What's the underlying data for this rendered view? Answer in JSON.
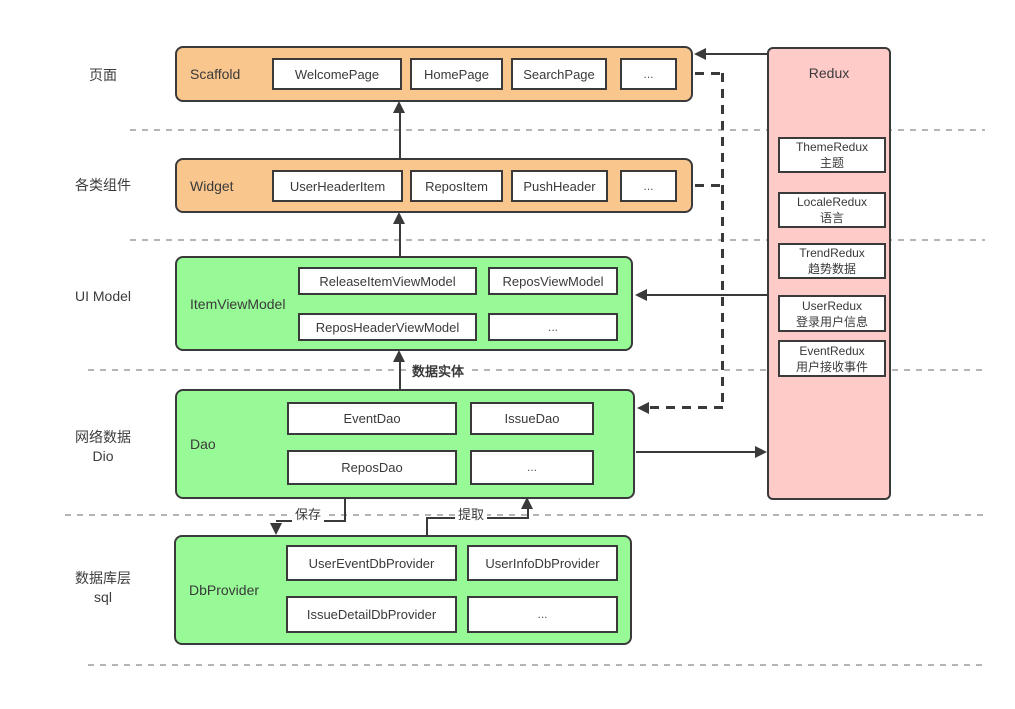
{
  "diagram": {
    "side_labels": [
      {
        "text": "页面"
      },
      {
        "text": "各类组件"
      },
      {
        "text": "UI Model"
      },
      {
        "text": "网络数据\nDio"
      },
      {
        "text": "数据库层\nsql"
      }
    ],
    "layers": {
      "scaffold": {
        "title": "Scaffold",
        "items": [
          "WelcomePage",
          "HomePage",
          "SearchPage",
          "..."
        ]
      },
      "widget": {
        "title": "Widget",
        "items": [
          "UserHeaderItem",
          "ReposItem",
          "PushHeader",
          "..."
        ]
      },
      "ui_model": {
        "title": "ItemViewModel",
        "items": [
          "ReleaseItemViewModel",
          "ReposViewModel",
          "ReposHeaderViewModel",
          "..."
        ]
      },
      "dao": {
        "title": "Dao",
        "items": [
          "EventDao",
          "IssueDao",
          "ReposDao",
          "..."
        ]
      },
      "db_provider": {
        "title": "DbProvider",
        "items": [
          "UserEventDbProvider",
          "UserInfoDbProvider",
          "IssueDetailDbProvider",
          "..."
        ]
      }
    },
    "redux": {
      "title": "Redux",
      "items": [
        {
          "name": "ThemeRedux",
          "desc": "主题"
        },
        {
          "name": "LocaleRedux",
          "desc": "语言"
        },
        {
          "name": "TrendRedux",
          "desc": "趋势数据"
        },
        {
          "name": "UserRedux",
          "desc": "登录用户信息"
        },
        {
          "name": "EventRedux",
          "desc": "用户接收事件"
        }
      ]
    },
    "edge_labels": {
      "data_entity": "数据实体",
      "save": "保存",
      "extract": "提取"
    },
    "colors": {
      "page_layer_fill": "#f9c78e",
      "data_layer_fill": "#97fa97",
      "redux_fill": "#fecbc9",
      "stroke": "#3a3a3a",
      "separator": "#b4b4b4"
    }
  }
}
